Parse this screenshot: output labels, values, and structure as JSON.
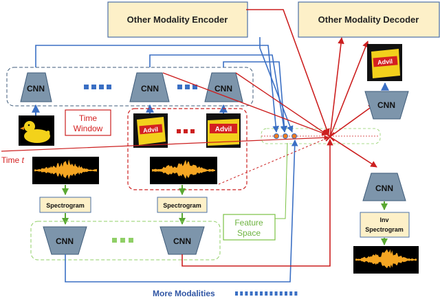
{
  "encoder_box": {
    "label": "Other Modality Encoder"
  },
  "decoder_box": {
    "label": "Other Modality Decoder"
  },
  "cnn_label": "CNN",
  "spectrogram_label": "Spectrogram",
  "inv_spectrogram_label": [
    "Inv",
    "Spectrogram"
  ],
  "time_window_label": [
    "Time",
    "Window"
  ],
  "time_label": {
    "prefix": "Time ",
    "var": "t"
  },
  "feature_space_label": [
    "Feature",
    "Space"
  ],
  "more_modalities_label": "More Modalities",
  "advil_text": "Advil",
  "colors": {
    "box_fill": "#fdf0c8",
    "box_stroke": "#4a6fa5",
    "cnn_fill": "#7d95ab",
    "cnn_stroke": "#3d5a78",
    "blue_line": "#3a6fc4",
    "red_line": "#cc1f1f",
    "green_line": "#7ac143",
    "audio_bg": "#000000",
    "audio_wave": "#f5a623",
    "feature_dot": "#f07a1e",
    "label_blue": "#2f55a4",
    "label_red": "#d42020",
    "label_green": "#6db33f"
  }
}
